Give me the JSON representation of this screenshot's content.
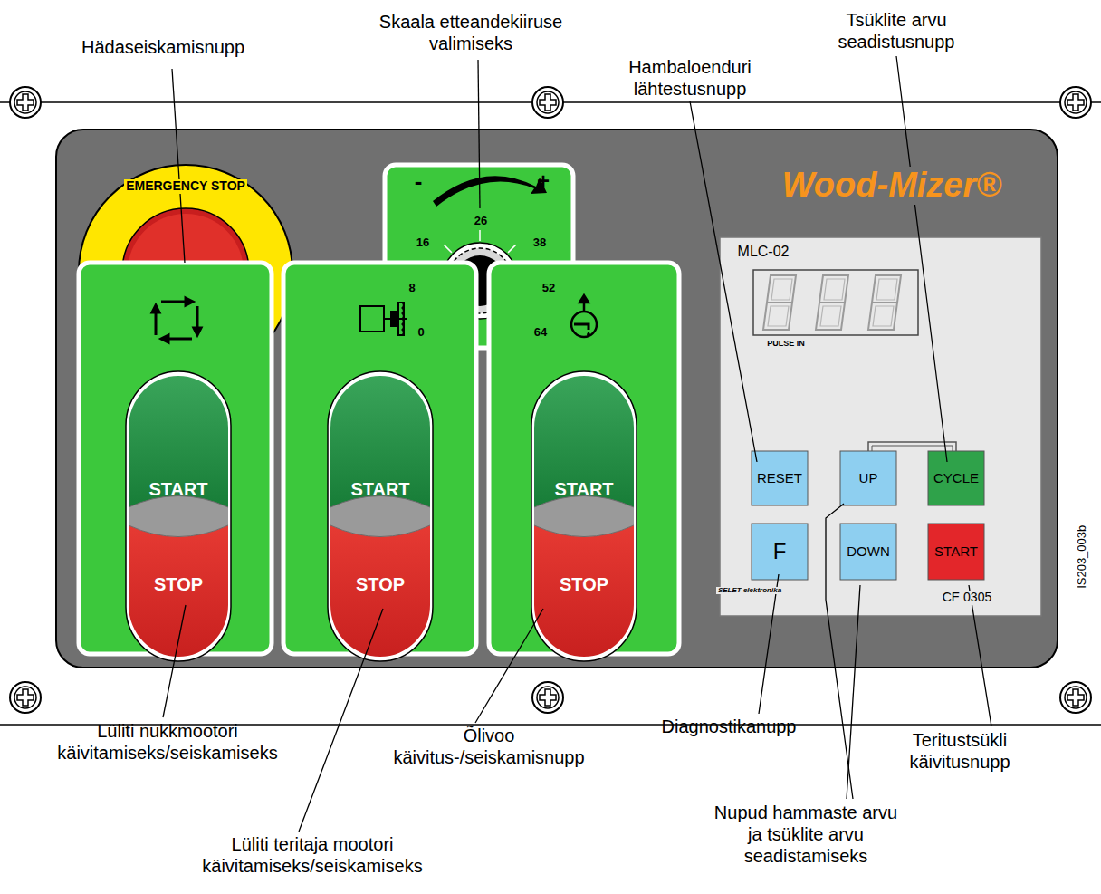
{
  "diagram": {
    "nodes": [
      {
        "text": [
          "Wood-Mizer®"
        ]
      },
      {
        "text": [
          "EMERGENCY STOP"
        ],
        "in": 0
      },
      {
        "text": [
          "-",
          "+",
          "0",
          "8",
          "16",
          "26",
          "38",
          "52",
          "64"
        ],
        "in": 0
      },
      {
        "text": [
          "START",
          "STOP"
        ],
        "in": 0
      },
      {
        "text": [
          "START",
          "STOP"
        ],
        "in": 0
      },
      {
        "text": [
          "START",
          "STOP"
        ],
        "in": 0
      },
      {
        "text": [
          "MLC-02",
          "PULSE IN",
          "SELET elektronika",
          "CE 0305"
        ],
        "in": 0
      },
      {
        "text": [
          "RESET"
        ],
        "in": 6
      },
      {
        "text": [
          "UP"
        ],
        "in": 6
      },
      {
        "text": [
          "CYCLE"
        ],
        "in": 6
      },
      {
        "text": [
          "F"
        ],
        "in": 6
      },
      {
        "text": [
          "DOWN"
        ],
        "in": 6
      },
      {
        "text": [
          "START"
        ],
        "in": 6
      }
    ],
    "labels": [
      "Hädaseiskamisnupp",
      "Skaala etteandekiiruse valimiseks",
      "Hambaloenduri lähtestusnupp",
      "Tsüklite arvu seadistusnupp",
      "Lüliti nukkmootori käivitamiseks/seiskamiseks",
      "Õlivoo käivitus-/seiskamisnupp",
      "Lüliti teritaja mootori käivitamiseks/seiskamiseks",
      "Diagnostikanupp",
      "Nupud hammaste arvu ja tsüklite arvu seadistamiseks",
      "Teritustsükli käivitusnupp",
      "IS203_003b"
    ]
  }
}
